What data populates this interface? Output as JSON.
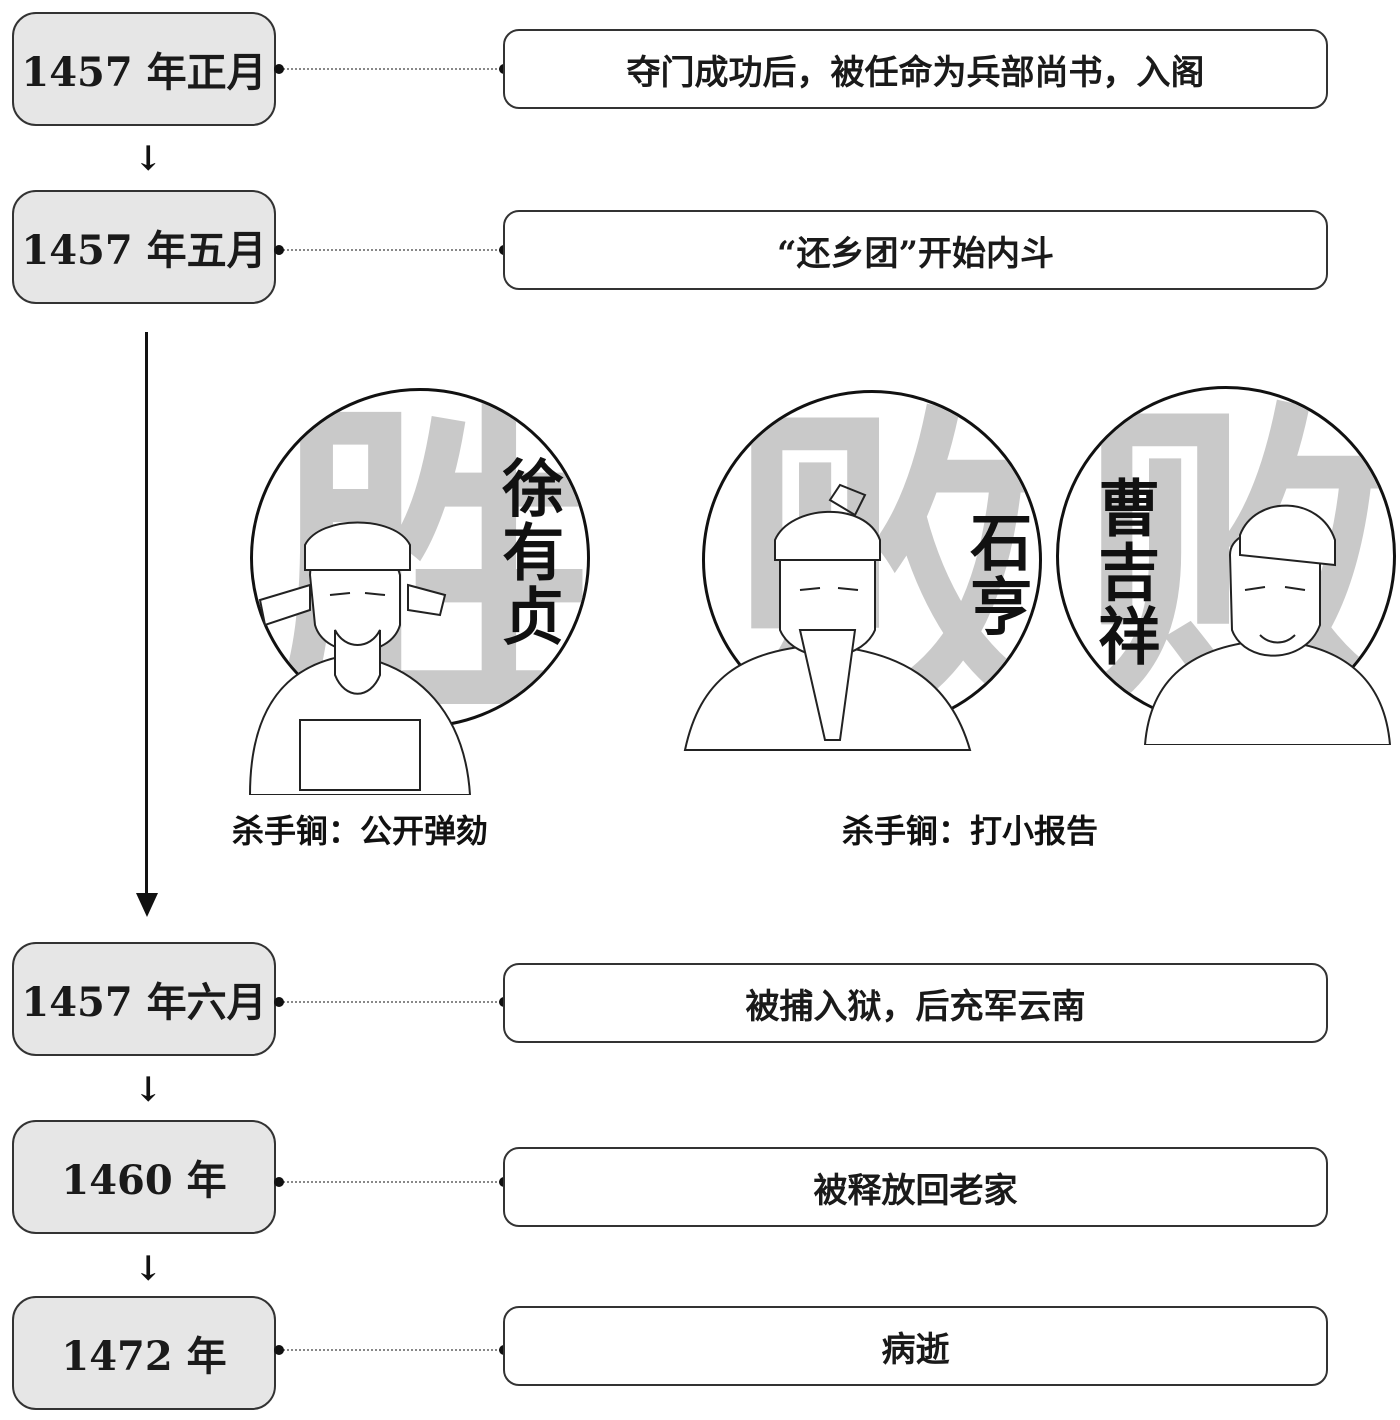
{
  "timeline": [
    {
      "date": "1457 年正月",
      "event": "夺门成功后，被任命为兵部尚书，入阁"
    },
    {
      "date": "1457 年五月",
      "event": "“还乡团”开始内斗"
    },
    {
      "date": "1457 年六月",
      "event": "被捕入狱，后充军云南"
    },
    {
      "date": "1460 年",
      "event": "被释放回老家"
    },
    {
      "date": "1472 年",
      "event": "病逝"
    }
  ],
  "feud": {
    "winner": {
      "bg_char": "胜",
      "name": "徐有贞",
      "caption": "杀手锏：公开弹劾"
    },
    "losers": [
      {
        "bg_char": "败",
        "name": "石亨"
      },
      {
        "bg_char": "败",
        "name": "曹吉祥"
      }
    ],
    "losers_caption": "杀手锏：打小报告"
  },
  "arrow_glyph": "↓"
}
